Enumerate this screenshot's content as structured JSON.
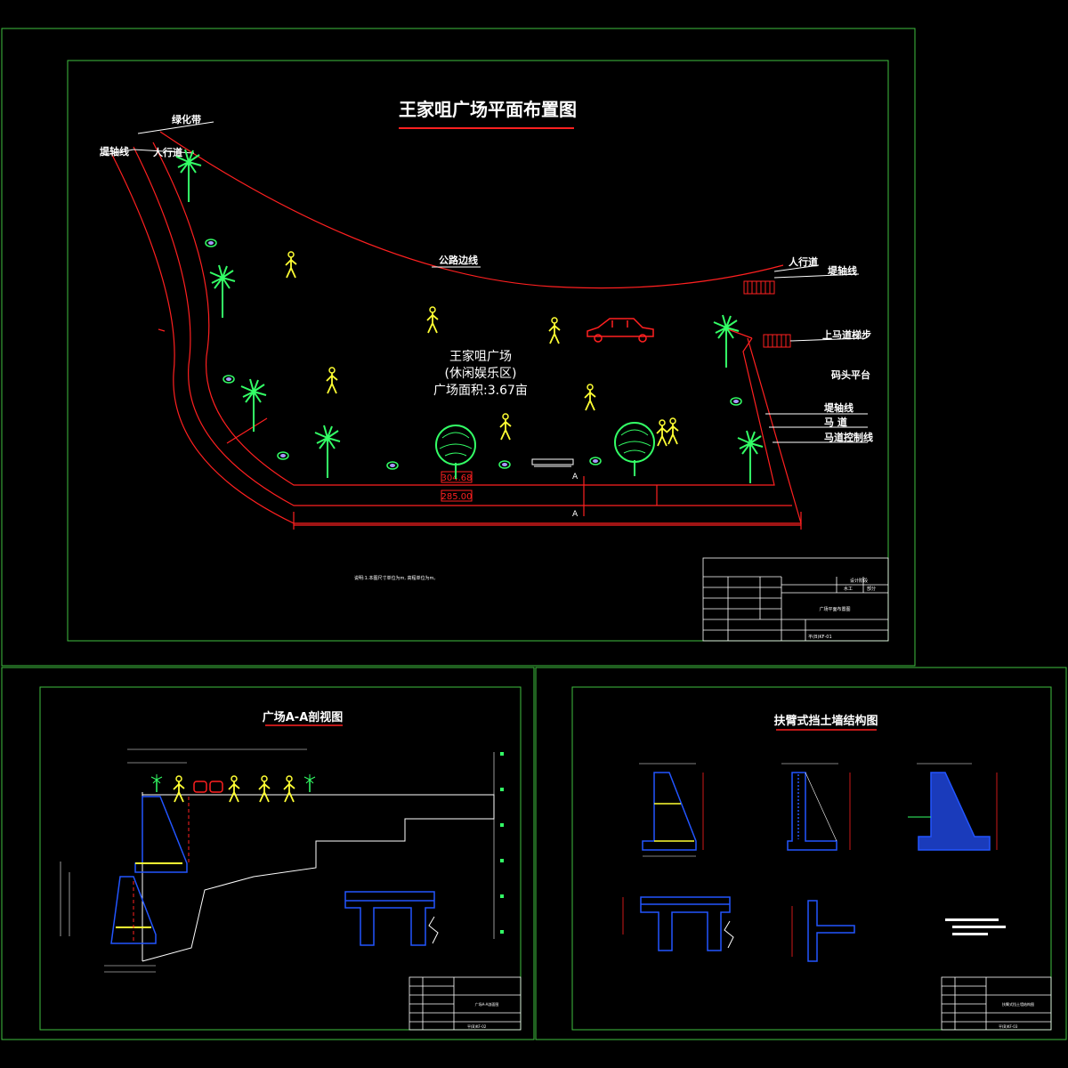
{
  "sheet1": {
    "title": "王家咀广场平面布置图",
    "plaza_name": "王家咀广场",
    "plaza_sub": "(休闲娱乐区)",
    "plaza_area": "广场面积:3.67亩",
    "labels": {
      "green_belt": "绿化带",
      "dike_axis_left": "堤轴线",
      "sidewalk_left": "人行道",
      "road_edge": "公路边线",
      "sidewalk_right": "人行道",
      "dike_axis_right": "堤轴线",
      "steps": "上马道梯步",
      "wharf": "码头平台",
      "dike_axis_r2": "堤轴线",
      "horse_road": "马  道",
      "horse_ctrl": "马道控制线",
      "elev1": "304.68",
      "elev2": "285.00",
      "section_a": "A"
    },
    "note": "说明:1.本图尺寸单位为m, 高程单位为m。",
    "title_block": {
      "drawing_name": "广场平面布置图",
      "stage_label": "设计阶段",
      "discipline": "水工",
      "part": "部分",
      "drawing_no": "平(B)KF-01"
    }
  },
  "sheet2": {
    "title": "广场A-A剖视图",
    "title_block": {
      "drawing_name": "广场A-A剖面图",
      "drawing_no": "平(B)KF-02"
    }
  },
  "sheet3": {
    "title": "扶臂式挡土墙结构图",
    "title_block": {
      "drawing_name": "扶臂式挡土墙结构图",
      "drawing_no": "平(B)KF-03"
    }
  },
  "colors": {
    "frame": "#3fbf3f",
    "boundary": "#ff2020",
    "tree": "#33ff66",
    "person": "#ffff33",
    "wall": "#2255ff",
    "text": "#ffffff"
  }
}
